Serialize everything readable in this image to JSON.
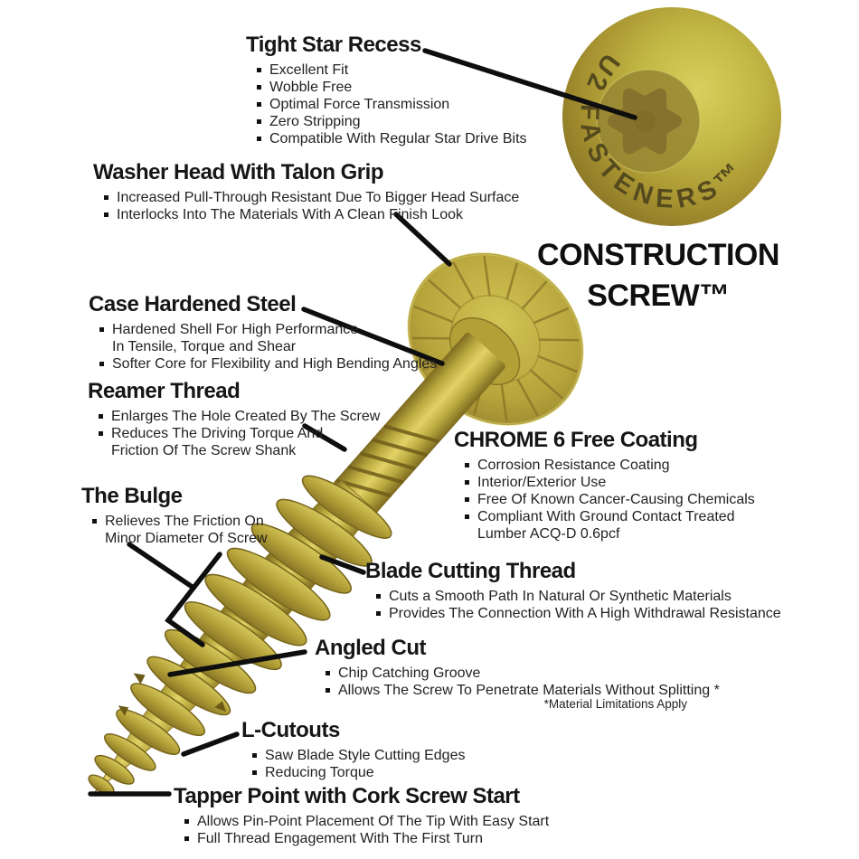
{
  "title": {
    "line1": "CONSTRUCTION",
    "line2": "SCREW™"
  },
  "brand": {
    "text": "U2 FASTENERS™"
  },
  "colors": {
    "background": "#ffffff",
    "gold_main": "#b9a83d",
    "gold_light": "#e2d266",
    "gold_dark": "#7e6b20",
    "head_recess": "#8a7630",
    "text": "#1a1a1a",
    "leader_line": "#0e0e0e"
  },
  "sections": [
    {
      "id": "tight-star-recess",
      "heading": "Tight Star Recess",
      "bullets": [
        "Excellent Fit",
        "Wobble Free",
        "Optimal Force Transmission",
        "Zero Stripping",
        "Compatible With Regular Star Drive Bits"
      ]
    },
    {
      "id": "washer-head",
      "heading": "Washer Head With Talon Grip",
      "bullets": [
        "Increased Pull-Through Resistant Due To Bigger Head Surface",
        "Interlocks Into The Materials With A Clean Finish Look"
      ]
    },
    {
      "id": "case-hardened-steel",
      "heading": "Case Hardened Steel",
      "bullets": [
        "Hardened Shell For High Performance\nIn Tensile, Torque and Shear",
        "Softer Core for Flexibility and High Bending Angles"
      ]
    },
    {
      "id": "reamer-thread",
      "heading": "Reamer Thread",
      "bullets": [
        "Enlarges The Hole Created By The Screw",
        "Reduces The Driving Torque And\nFriction Of The Screw Shank"
      ]
    },
    {
      "id": "the-bulge",
      "heading": "The Bulge",
      "bullets": [
        "Relieves The Friction On\nMinor Diameter Of Screw"
      ]
    },
    {
      "id": "chrome-6-free-coating",
      "heading": "CHROME 6 Free Coating",
      "bullets": [
        "Corrosion Resistance Coating",
        "Interior/Exterior Use",
        "Free Of Known Cancer-Causing Chemicals",
        "Compliant With Ground Contact Treated\nLumber ACQ-D 0.6pcf"
      ]
    },
    {
      "id": "blade-cutting-thread",
      "heading": "Blade Cutting Thread",
      "bullets": [
        "Cuts a Smooth Path In Natural Or Synthetic Materials",
        "Provides The Connection With A High Withdrawal Resistance"
      ]
    },
    {
      "id": "angled-cut",
      "heading": "Angled Cut",
      "bullets": [
        "Chip Catching Groove",
        "Allows The Screw To Penetrate Materials Without Splitting *"
      ],
      "footnote": "*Material Limitations Apply"
    },
    {
      "id": "l-cutouts",
      "heading": "L-Cutouts",
      "bullets": [
        "Saw Blade Style Cutting Edges",
        "Reducing Torque"
      ]
    },
    {
      "id": "tapper-point",
      "heading": "Tapper Point with Cork Screw Start",
      "bullets": [
        "Allows Pin-Point Placement Of The Tip With Easy Start",
        "Full Thread Engagement With The First Turn"
      ]
    }
  ]
}
